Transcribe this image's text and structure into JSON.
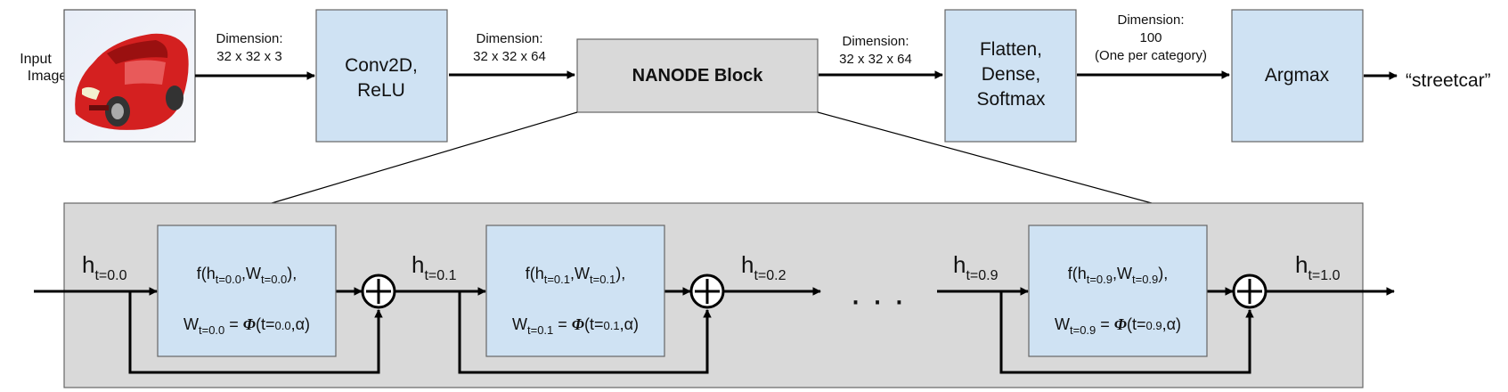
{
  "top": {
    "input_label_line1": "Input",
    "input_label_line2": "Image",
    "arrow1_line1": "Dimension:",
    "arrow1_line2": "32 x 32 x 3",
    "conv_line1": "Conv2D,",
    "conv_line2": "ReLU",
    "arrow2_line1": "Dimension:",
    "arrow2_line2": "32 x 32 x 64",
    "nanode_label": "NANODE Block",
    "arrow3_line1": "Dimension:",
    "arrow3_line2": "32 x 32 x 64",
    "dense_line1": "Flatten,",
    "dense_line2": "Dense,",
    "dense_line3": "Softmax",
    "arrow4_line1": "Dimension:",
    "arrow4_line2": "100",
    "arrow4_line3": "(One per category)",
    "argmax_label": "Argmax",
    "output_label": "“streetcar”"
  },
  "block": {
    "h": "h",
    "f": "f(h",
    "comma_w": ",W",
    "close_paren_comma": "),",
    "w": "W",
    "equals": " = ",
    "phi": "Φ",
    "t_open": "(t=",
    "alpha_close": ",α)",
    "dots": "· · ·",
    "h_labels": [
      "t=0.0",
      "t=0.1",
      "t=0.2",
      "t=0.9",
      "t=1.0"
    ],
    "stages": [
      {
        "sub": "t=0.0",
        "t": "0.0"
      },
      {
        "sub": "t=0.1",
        "t": "0.1"
      },
      {
        "sub": "t=0.9",
        "t": "0.9"
      }
    ]
  },
  "colors": {
    "box_fill": "#cfe2f3",
    "block_fill": "#d9d9d9",
    "car_red": "#d42020"
  }
}
